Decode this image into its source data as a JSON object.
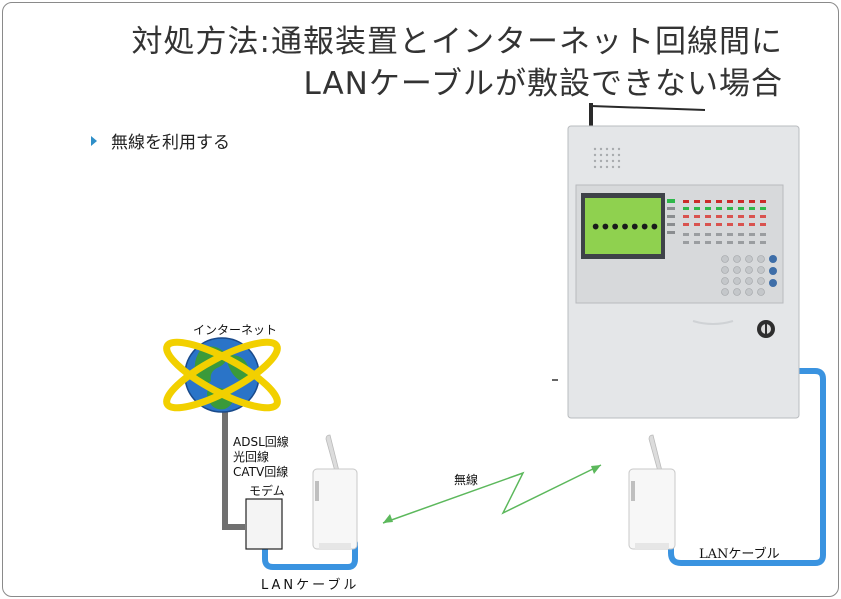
{
  "slide": {
    "title_line1": "対処方法:通報装置とインターネット回線間に",
    "title_line2": "LANケーブルが敷設できない場合",
    "bullet": "無線を利用する"
  },
  "diagram": {
    "internet_label": "インターネット",
    "line_types": [
      "ADSL回線",
      "光回線",
      "CATV回線"
    ],
    "modem_label": "モデム",
    "wireless_label": "無線",
    "lan_label_left": "LANケーブル",
    "lan_label_right": "LANケーブル",
    "device_display": "•••••••"
  },
  "colors": {
    "title": "#333333",
    "bullet_marker": "#2f8fc8",
    "lan_cable": "#3a93e0",
    "phone_line": "#707070",
    "wireless_arrow": "#5cb85c",
    "globe_ring": "#f2d000",
    "globe_ocean": "#2a74c8",
    "globe_land": "#3a9a3a",
    "lcd": "#8fd14f"
  },
  "icons": [
    "globe-icon",
    "router-icon",
    "antenna-icon",
    "modem-icon",
    "alarm-panel-icon",
    "key-switch-icon"
  ]
}
